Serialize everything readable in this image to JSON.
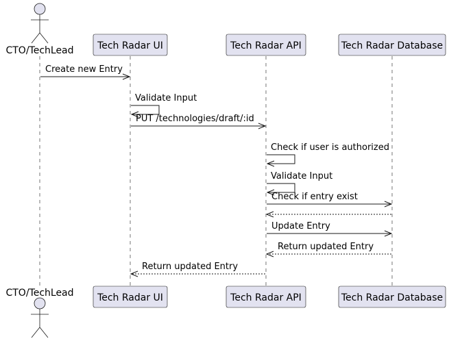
{
  "diagram": {
    "type": "sequence",
    "participants": [
      {
        "id": "cto",
        "label": "CTO/TechLead",
        "kind": "actor"
      },
      {
        "id": "ui",
        "label": "Tech Radar UI",
        "kind": "participant"
      },
      {
        "id": "api",
        "label": "Tech Radar API",
        "kind": "participant"
      },
      {
        "id": "db",
        "label": "Tech Radar Database",
        "kind": "participant"
      }
    ],
    "messages": [
      {
        "from": "cto",
        "to": "ui",
        "label": "Create new Entry",
        "style": "solid"
      },
      {
        "from": "ui",
        "to": "ui",
        "label": "Validate Input",
        "style": "solid"
      },
      {
        "from": "ui",
        "to": "api",
        "label": "PUT /technologies/draft/:id",
        "style": "solid"
      },
      {
        "from": "api",
        "to": "api",
        "label": "Check if user is authorized",
        "style": "solid"
      },
      {
        "from": "api",
        "to": "api",
        "label": "Validate Input",
        "style": "solid"
      },
      {
        "from": "api",
        "to": "db",
        "label": "Check if entry exist",
        "style": "solid"
      },
      {
        "from": "db",
        "to": "api",
        "label": "",
        "style": "dashed"
      },
      {
        "from": "api",
        "to": "db",
        "label": "Update Entry",
        "style": "solid"
      },
      {
        "from": "db",
        "to": "api",
        "label": "Return updated Entry",
        "style": "dashed"
      },
      {
        "from": "api",
        "to": "ui",
        "label": "Return updated Entry",
        "style": "dashed"
      }
    ]
  }
}
